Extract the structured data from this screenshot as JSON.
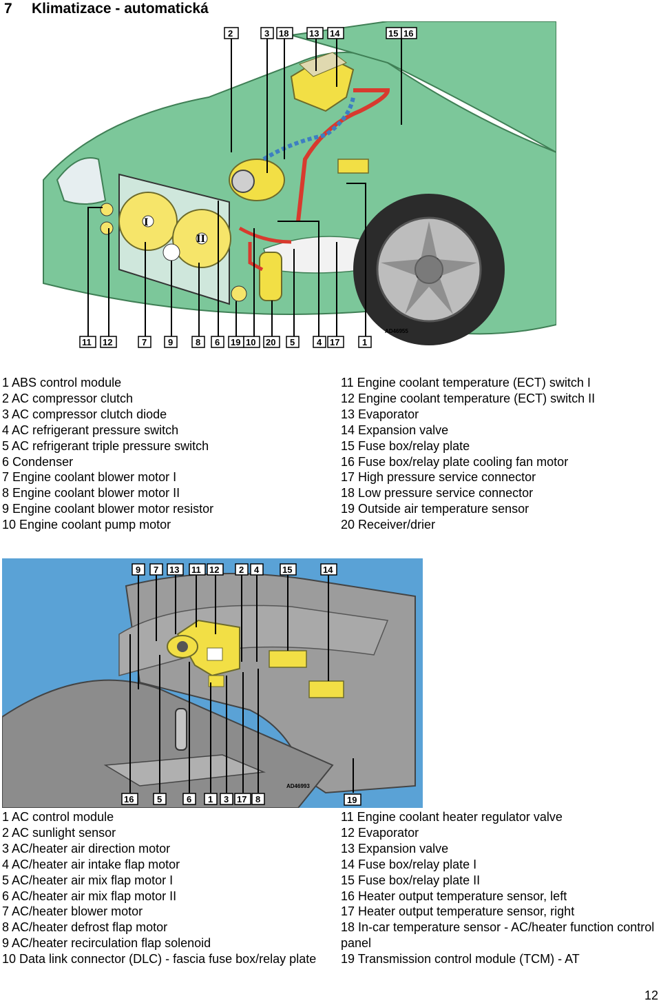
{
  "heading": {
    "number": "7",
    "title": "Klimatizace - automatická"
  },
  "figure1": {
    "code": "AD46955",
    "callouts_top": [
      "2",
      "3",
      "18",
      "13",
      "14",
      "15",
      "16"
    ],
    "callouts_bottom": [
      "11",
      "12",
      "7",
      "9",
      "8",
      "6",
      "19",
      "10",
      "20",
      "5",
      "4",
      "17",
      "1"
    ]
  },
  "legend1": {
    "left": [
      "1 ABS control module",
      "2 AC compressor clutch",
      "3 AC compressor clutch diode",
      "4 AC refrigerant pressure switch",
      "5 AC refrigerant triple pressure switch",
      "6 Condenser",
      "7 Engine coolant blower motor I",
      "8 Engine coolant blower motor II",
      "9 Engine coolant blower motor resistor",
      "10 Engine coolant pump motor"
    ],
    "right": [
      "11 Engine coolant temperature (ECT) switch I",
      "12 Engine coolant temperature (ECT) switch II",
      "13 Evaporator",
      "14 Expansion valve",
      "15 Fuse box/relay plate",
      "16 Fuse box/relay plate cooling fan motor",
      "17 High pressure service connector",
      "18 Low pressure service connector",
      "19 Outside air temperature sensor",
      "20 Receiver/drier"
    ]
  },
  "figure2": {
    "code": "AD46993",
    "callouts_top": [
      "9",
      "7",
      "13",
      "11",
      "12",
      "2",
      "4",
      "15",
      "14"
    ],
    "callouts_bottom": [
      "16",
      "5",
      "6",
      "1",
      "3",
      "17",
      "8"
    ],
    "callout_19": "19"
  },
  "legend2": {
    "left": [
      "1 AC control module",
      "2 AC sunlight sensor",
      "3 AC/heater air direction motor",
      "4 AC/heater air intake flap motor",
      "5 AC/heater air mix flap motor I",
      "6 AC/heater air mix flap motor II",
      "7 AC/heater blower motor",
      "8 AC/heater defrost flap motor",
      "9 AC/heater recirculation flap solenoid",
      "10 Data link connector (DLC) - fascia fuse box/relay plate"
    ],
    "right": [
      "11 Engine coolant heater regulator valve",
      "12 Evaporator",
      "13 Expansion valve",
      "14 Fuse box/relay plate I",
      "15 Fuse box/relay plate II",
      "16 Heater output temperature sensor, left",
      "17 Heater output temperature sensor, right",
      "18 In-car temperature sensor - AC/heater function control panel",
      "19 Transmission control module (TCM) - AT"
    ]
  },
  "page_number": "12"
}
